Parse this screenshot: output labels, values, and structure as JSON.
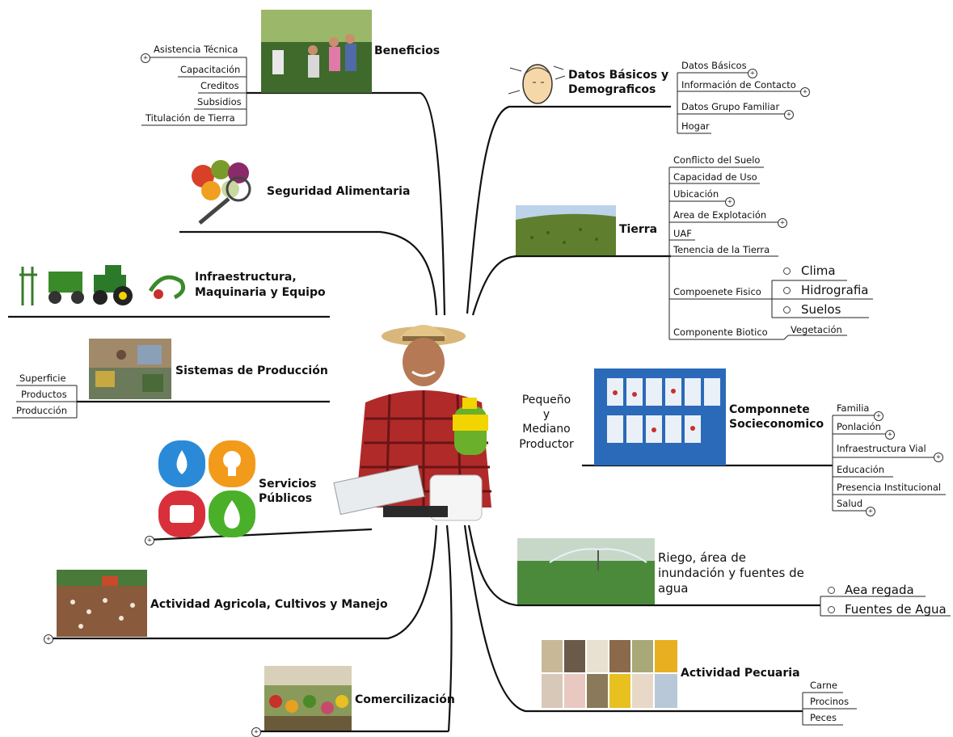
{
  "center": {
    "line1": "Pequeño",
    "line2": "y",
    "line3": "Mediano",
    "line4": "Productor"
  },
  "beneficios": {
    "title": "Beneficios",
    "items": [
      "Asistencia Técnica",
      "Capacitación",
      "Creditos",
      "Subsidios",
      "Titulación de Tierra"
    ]
  },
  "datos": {
    "title1": "Datos Básicos y",
    "title2": "Demograficos",
    "items": [
      "Datos Básicos",
      "Información de Contacto",
      "Datos Grupo Familiar",
      "Hogar"
    ]
  },
  "seguridad": {
    "title": "Seguridad Alimentaria"
  },
  "tierra": {
    "title": "Tierra",
    "items": [
      "Conflicto del Suelo",
      "Capacidad de Uso",
      "Ubicación",
      "Area de Explotación",
      "UAF",
      "Tenencia de la Tierra",
      "Compoenete Fisico",
      "Componente Biotico"
    ],
    "fisico": [
      "Clima",
      "Hidrografia",
      "Suelos"
    ],
    "biotico": "Vegetación"
  },
  "infra": {
    "title1": "Infraestructura,",
    "title2": "Maquinaria y Equipo"
  },
  "sistemas": {
    "title": "Sistemas de Producción",
    "items": [
      "Superficie",
      "Productos",
      "Producción"
    ]
  },
  "socio": {
    "title1": "Componnete",
    "title2": "Socieconomico",
    "items": [
      "Familia",
      "Ponlación",
      "Infraestructura Vial",
      "Educación",
      "Presencia Institucional",
      "Salud"
    ]
  },
  "servicios": {
    "title1": "Servicios",
    "title2": "Públicos"
  },
  "riego": {
    "title1": "Riego, área de",
    "title2": "inundación y fuentes de",
    "title3": "agua",
    "items": [
      "Aea regada",
      "Fuentes de Agua"
    ]
  },
  "agricola": {
    "title": "Actividad Agricola, Cultivos y Manejo"
  },
  "pecuaria": {
    "title": "Actividad Pecuaria",
    "items": [
      "Carne",
      "Procinos",
      "Peces"
    ]
  },
  "comercial": {
    "title": "Comercilización"
  },
  "colors": {
    "line": "#111111",
    "sky": "#bcd3ea",
    "field": "#5f7f2f",
    "soil": "#8a5a3c"
  }
}
